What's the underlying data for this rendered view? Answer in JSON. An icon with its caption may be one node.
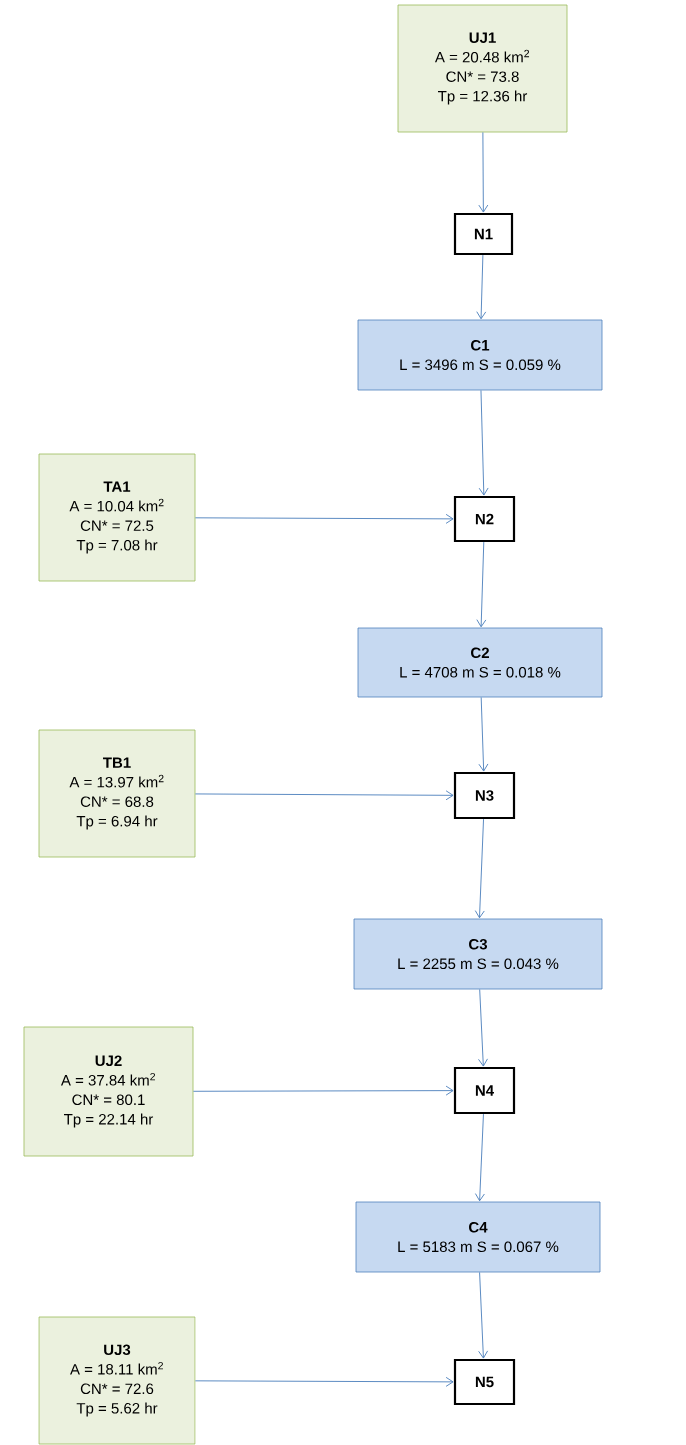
{
  "diagram": {
    "nodes": [
      {
        "text": [
          "UJ1",
          "A = 20.48 km$^{2}$",
          "CN* = 73.8",
          "Tp = 12.36 hr"
        ]
      },
      {
        "text": [
          "N1"
        ]
      },
      {
        "text": [
          "C1",
          "L = 3496 m S = 0.059 %"
        ]
      },
      {
        "text": [
          "TA1",
          "A = 10.04 km$^{2}$",
          "CN* = 72.5",
          "Tp = 7.08 hr"
        ]
      },
      {
        "text": [
          "N2"
        ]
      },
      {
        "text": [
          "C2",
          "L = 4708 m S = 0.018 %"
        ]
      },
      {
        "text": [
          "TB1",
          "A = 13.97 km$^{2}$",
          "CN* = 68.8",
          "Tp = 6.94 hr"
        ]
      },
      {
        "text": [
          "N3"
        ]
      },
      {
        "text": [
          "C3",
          "L = 2255 m S = 0.043 %"
        ]
      },
      {
        "text": [
          "UJ2",
          "A = 37.84 km$^{2}$",
          "CN* = 80.1",
          "Tp = 22.14 hr"
        ]
      },
      {
        "text": [
          "N4"
        ]
      },
      {
        "text": [
          "C4",
          "L = 5183 m S = 0.067 %"
        ]
      },
      {
        "text": [
          "UJ3",
          "A = 18.11 km$^{2}$",
          "CN* = 72.6",
          "Tp = 5.62 hr"
        ]
      },
      {
        "text": [
          "N5"
        ]
      }
    ],
    "edges": [
      {
        "from": 0,
        "to": 1,
        "arrow": "to"
      },
      {
        "from": 1,
        "to": 2,
        "arrow": "to"
      },
      {
        "from": 2,
        "to": 4,
        "arrow": "to"
      },
      {
        "from": 3,
        "to": 4,
        "arrow": "to"
      },
      {
        "from": 4,
        "to": 5,
        "arrow": "to"
      },
      {
        "from": 5,
        "to": 7,
        "arrow": "to"
      },
      {
        "from": 6,
        "to": 7,
        "arrow": "to"
      },
      {
        "from": 7,
        "to": 8,
        "arrow": "to"
      },
      {
        "from": 8,
        "to": 10,
        "arrow": "to"
      },
      {
        "from": 9,
        "to": 10,
        "arrow": "to"
      },
      {
        "from": 10,
        "to": 11,
        "arrow": "to"
      },
      {
        "from": 11,
        "to": 13,
        "arrow": "to"
      },
      {
        "from": 12,
        "to": 13,
        "arrow": "to"
      }
    ]
  }
}
